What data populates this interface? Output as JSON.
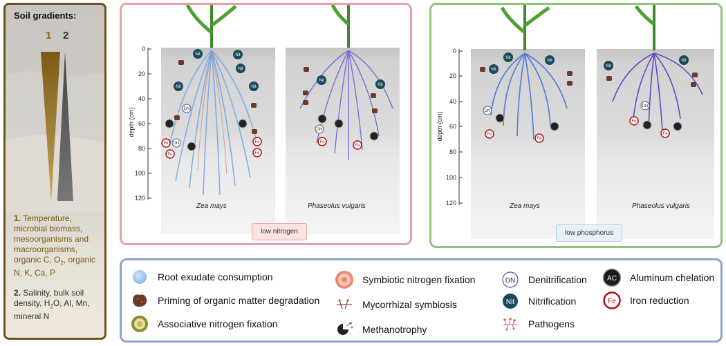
{
  "left_panel": {
    "title": "Soil gradients:",
    "label_1": "1",
    "label_2": "2",
    "text_1_num": "1.",
    "text_1a": " Temperature, microbial biomass, mesoorganisms and macroorganisms, organic C, O",
    "text_1_sub": "2",
    "text_1b": ", organic N, K, Ca, P",
    "text_2_num": "2.",
    "text_2": " Salinity, bulk soil density, H",
    "text_2_sub": "2",
    "text_2b": "O, Al, Mn, mineral N",
    "colors": {
      "gradient_1": "#7a5a16",
      "gradient_2": "#4a4a4a",
      "border": "#6b5321"
    }
  },
  "panel_nitrogen": {
    "axis_label": "depth (cm)",
    "ticks": [
      "0",
      "20",
      "40",
      "60",
      "80",
      "100",
      "120"
    ],
    "species_1": "Zea mays",
    "species_2": "Phaseolus vulgaris",
    "condition": "low nitrogen",
    "colors": {
      "border": "#e3a3a6"
    }
  },
  "panel_phosphorus": {
    "axis_label": "depth (cm)",
    "ticks": [
      "0",
      "20",
      "40",
      "60",
      "80",
      "100",
      "120"
    ],
    "species_1": "Zea mays",
    "species_2": "Phaseolus vulgaris",
    "condition": "low phosphorus",
    "colors": {
      "border": "#8fc47c"
    }
  },
  "icon_text": {
    "dn": "DN",
    "nit": "Nit",
    "fe": "Fe",
    "ac": "AC"
  },
  "legend": {
    "root_exudate": "Root exudate consumption",
    "priming": "Priming of organic matter degradation",
    "associative": "Associative nitrogen fixation",
    "symbiotic": "Symbiotic nitrogen fixation",
    "mycorrhizal": "Mycorrhizal symbiosis",
    "methanotrophy": "Methanotrophy",
    "denitrification": "Denitrification",
    "nitrification": "Nitrification",
    "pathogens": "Pathogens",
    "aluminum": "Aluminum chelation",
    "iron": "Iron reduction"
  }
}
